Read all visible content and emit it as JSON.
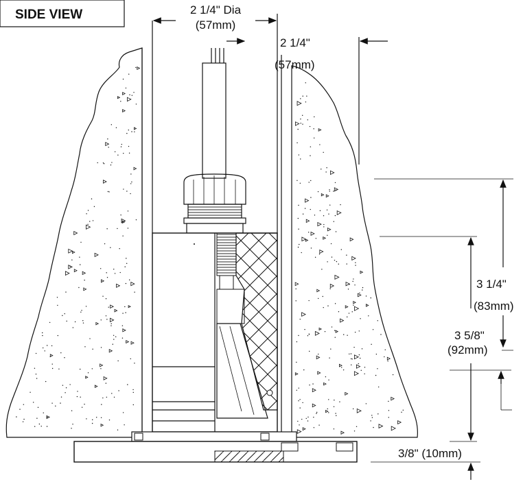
{
  "title": "SIDE VIEW",
  "dimensions": {
    "diameter": {
      "line1": "2 1/4\" Dia",
      "line2": "(57mm)"
    },
    "bore": {
      "line1": "2 1/4\"",
      "line2": "(57mm)"
    },
    "height_outer": {
      "line1": "3 1/4\"",
      "line2": "(83mm)"
    },
    "height_inner": {
      "line1": "3 5/8\"",
      "line2": "(92mm)"
    },
    "flange": {
      "line1": "3/8\" (10mm)"
    }
  },
  "colors": {
    "line": "#111111",
    "background": "#ffffff"
  }
}
